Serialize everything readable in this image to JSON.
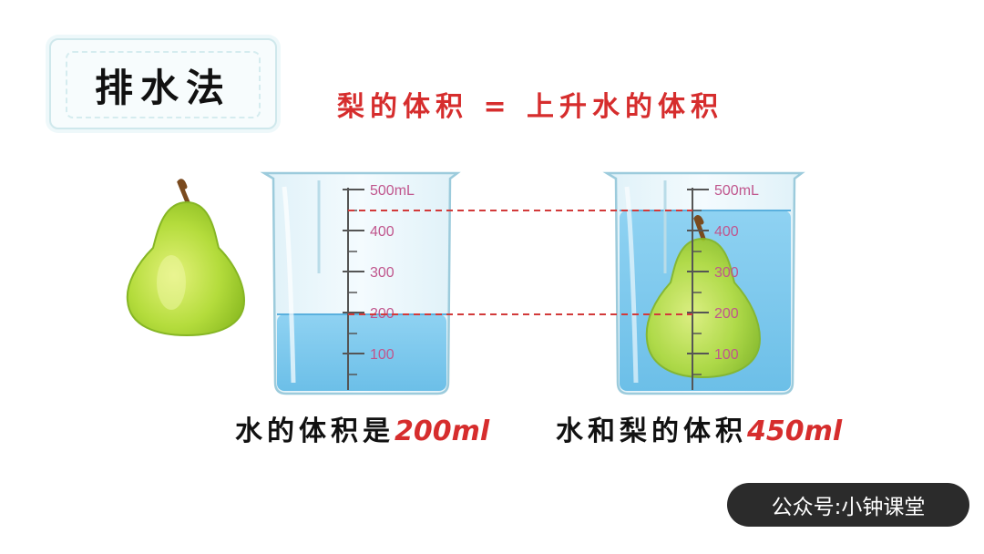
{
  "title": "排水法",
  "formula": "梨的体积 = 上升水的体积",
  "beaker_left": {
    "scale_labels": [
      "500mL",
      "400",
      "300",
      "200",
      "100"
    ],
    "water_level_ml": 200,
    "caption_text": "水的体积是",
    "caption_value": "200ml"
  },
  "beaker_right": {
    "scale_labels": [
      "500mL",
      "400",
      "300",
      "200",
      "100"
    ],
    "water_level_ml": 450,
    "caption_text": "水和梨的体积",
    "caption_value": "450ml"
  },
  "watermark": "公众号:小钟课堂",
  "colors": {
    "water": "#7cc8ec",
    "pear": "#b4dc3c",
    "accent_red": "#d62d2d",
    "scale_label": "#c0568d"
  }
}
